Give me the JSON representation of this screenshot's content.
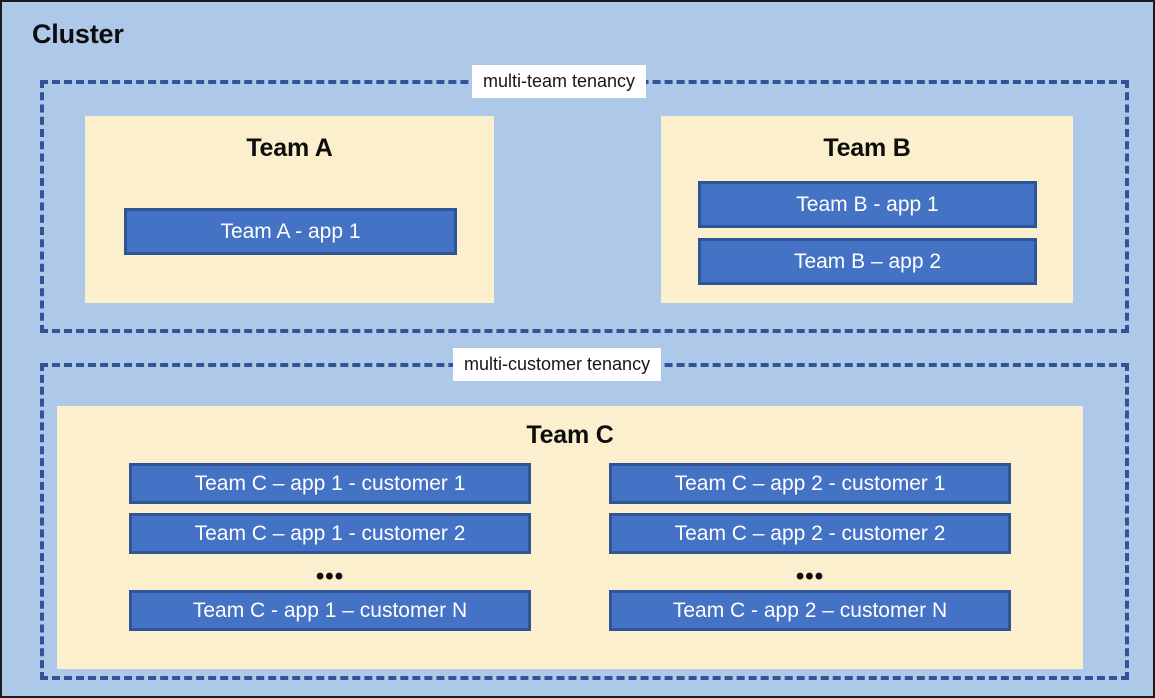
{
  "cluster": {
    "title": "Cluster",
    "background_color": "#adc8e8",
    "frame_color": "#1b1b1b"
  },
  "zones": {
    "multi_team": {
      "label": "multi-team tenancy",
      "border_color": "#2f5597"
    },
    "multi_customer": {
      "label": "multi-customer tenancy",
      "border_color": "#2f5597"
    }
  },
  "teams": {
    "team_a": {
      "title": "Team A",
      "box_color": "#fcefcd",
      "apps": [
        {
          "label": "Team A - app 1"
        }
      ]
    },
    "team_b": {
      "title": "Team B",
      "box_color": "#fcefcd",
      "apps": [
        {
          "label": "Team B - app 1"
        },
        {
          "label": "Team B – app 2"
        }
      ]
    },
    "team_c": {
      "title": "Team C",
      "box_color": "#fcefcd",
      "ellipsis": "•••",
      "columns": [
        {
          "apps": [
            {
              "label": "Team C – app 1 - customer 1"
            },
            {
              "label": "Team C – app 1 - customer 2"
            }
          ],
          "last_app": {
            "label": "Team C - app 1 – customer N"
          }
        },
        {
          "apps": [
            {
              "label": "Team C – app 2 - customer 1"
            },
            {
              "label": "Team C – app 2 - customer 2"
            }
          ],
          "last_app": {
            "label": "Team C - app 2 – customer N"
          }
        }
      ]
    }
  },
  "colors": {
    "app_fill": "#4472c4",
    "app_border": "#2f5597",
    "app_text": "#ffffff",
    "team_fill": "#fcefcd",
    "cluster_fill": "#adc8e8"
  }
}
